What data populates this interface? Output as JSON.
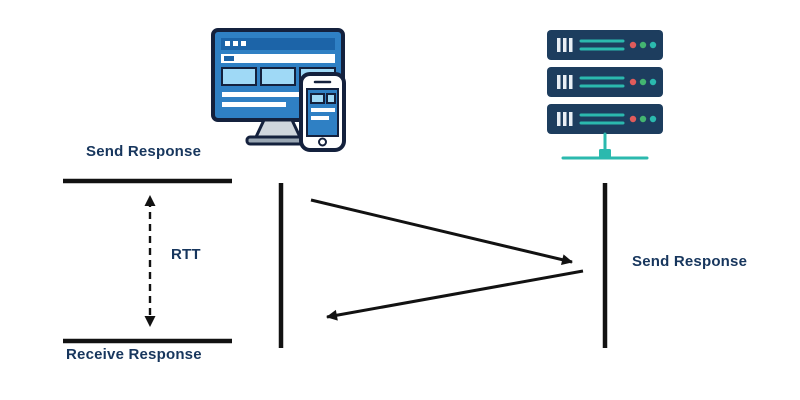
{
  "diagram": {
    "labels": {
      "send_response_left": "Send Response",
      "rtt": "RTT",
      "receive_response": "Receive Response",
      "send_response_right": "Send Response"
    },
    "icons": {
      "client": "client-devices-icon",
      "server": "server-rack-icon"
    },
    "colors": {
      "text_navy": "#17365d",
      "line_black": "#121212",
      "ink": "#14213d",
      "client_blue": "#2f80c4",
      "client_blue_dark": "#1c64a8",
      "client_light": "#9fd9f6",
      "stand_gray": "#cfd6dd",
      "stand_dark": "#9aa7b4",
      "server_navy": "#1d3d5e",
      "server_teal": "#2bb9ae",
      "dot_red": "#e05b5b",
      "dot_green": "#43b571",
      "dot_teal": "#2bb9ae"
    }
  }
}
